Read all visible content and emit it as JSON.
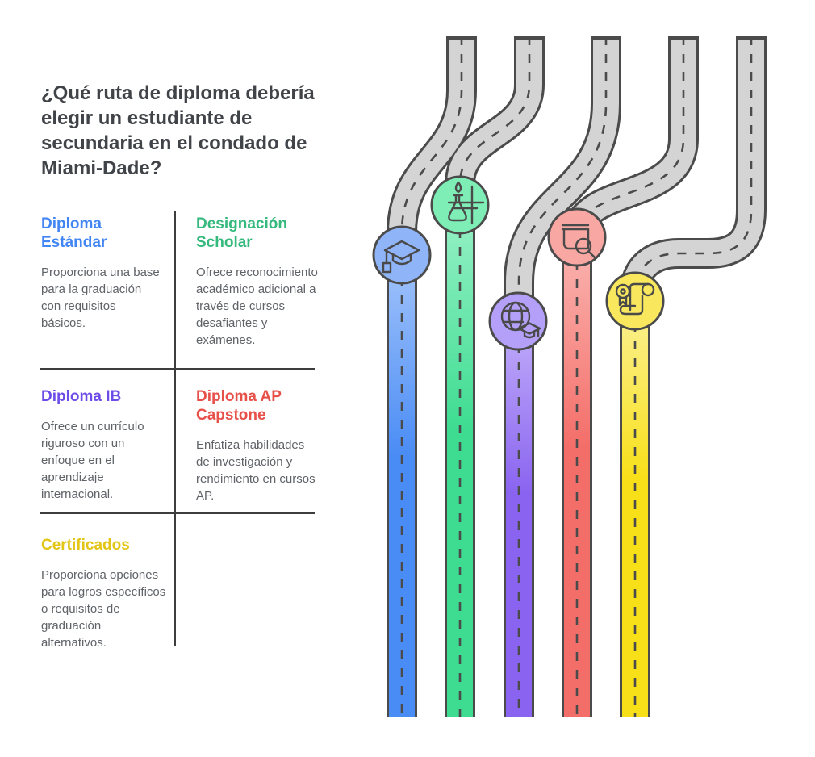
{
  "title": "¿Qué ruta de diploma debería elegir un estudiante de secundaria en el condado de Miami-Dade?",
  "panel": {
    "sections": [
      {
        "title": "Diploma Estándar",
        "color": "#4285f4",
        "description": "Proporciona una base para la graduación con requisitos básicos."
      },
      {
        "title": "Designación Scholar",
        "color": "#35b97d",
        "description": "Ofrece reconocimiento académico adicional a través de cursos desafiantes y exámenes."
      },
      {
        "title": "Diploma IB",
        "color": "#6e4ce8",
        "description": "Ofrece un currículo riguroso con un enfoque en el aprendizaje internacional."
      },
      {
        "title": "Diploma AP Capstone",
        "color": "#e8504a",
        "description": "Enfatiza habilidades de investigación y rendimiento en cursos AP."
      },
      {
        "title": "Certificados",
        "color": "#e3c515",
        "description": "Proporciona opciones para logros específicos o requisitos de graduación alternativos."
      }
    ]
  },
  "diagram": {
    "description": "Cinco rutas de carretera sinuosas, cada una con una insignia circular con icono",
    "colors": {
      "asphalt": "#d4d4d4",
      "outline": "#4b4b4b",
      "dash": "#4b4b4b"
    },
    "roads": [
      {
        "name": "diploma-estandar",
        "icon": "graduation-cap-icon",
        "road_color": "#4a8cf5",
        "road_color_light": "#a9c8fb",
        "badge_color": "#8fb5f8"
      },
      {
        "name": "designacion-scholar",
        "icon": "chemistry-lab-icon",
        "road_color": "#3edc91",
        "road_color_light": "#9df2ca",
        "badge_color": "#7eeeb6"
      },
      {
        "name": "diploma-ib",
        "icon": "globe-graduation-icon",
        "road_color": "#8a64f0",
        "road_color_light": "#c5b3fa",
        "badge_color": "#b4a0f8"
      },
      {
        "name": "diploma-ap-capstone",
        "icon": "book-search-icon",
        "road_color": "#f46e69",
        "road_color_light": "#fbbab6",
        "badge_color": "#f9a7a2"
      },
      {
        "name": "certificados",
        "icon": "diploma-scroll-icon",
        "road_color": "#f8e018",
        "road_color_light": "#fbf2a0",
        "badge_color": "#f9e85e"
      }
    ]
  }
}
